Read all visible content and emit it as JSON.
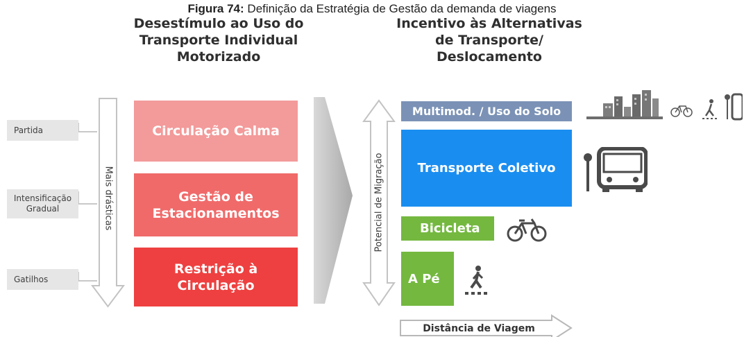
{
  "caption": {
    "prefix": "Figura 74:",
    "text": " Definição da Estratégia de Gestão da demanda de viagens"
  },
  "left_column": {
    "heading": [
      "Desestímulo ao Uso do",
      "Transporte Individual",
      "Motorizado"
    ],
    "side_labels": [
      "Partida",
      "Intensificação\nGradual",
      "Gatilhos"
    ],
    "axis_label": "Mais drásticas",
    "boxes": [
      {
        "label": "Circulação Calma",
        "color": "#f39a9a"
      },
      {
        "label": "Gestão de\nEstacionamentos",
        "color": "#f06a6a"
      },
      {
        "label": "Restrição à Circulação",
        "color": "#ee4040"
      }
    ]
  },
  "right_column": {
    "heading": [
      "Incentivo às Alternativas",
      "de Transporte/",
      "Deslocamento"
    ],
    "axis_label": "Potencial de Migração",
    "boxes": [
      {
        "label": "Multimod. / Uso do Solo",
        "color": "#7b92b6"
      },
      {
        "label": "Transporte Coletivo",
        "color": "#1a8ef0"
      },
      {
        "label": "Bicicleta",
        "color": "#74b840"
      },
      {
        "label": "A Pé",
        "color": "#74b840"
      }
    ],
    "bottom_arrow_label": "Distância de Viagem"
  },
  "icons": [
    "city-skyline-icon",
    "bicycle-icon",
    "pedestrian-icon",
    "bus-stop-icon",
    "bus-icon"
  ]
}
